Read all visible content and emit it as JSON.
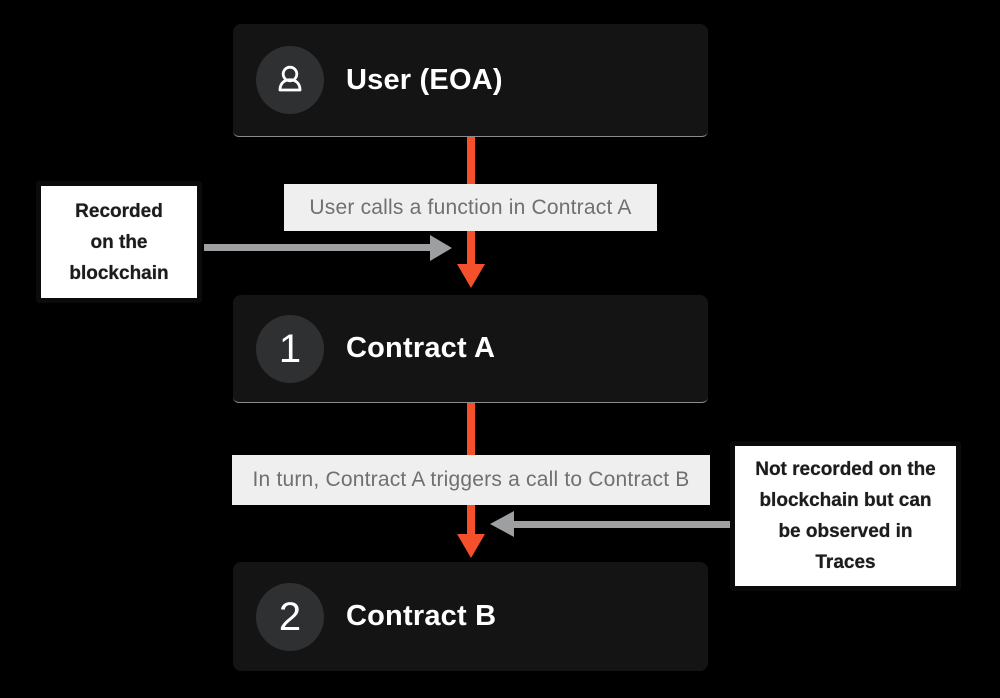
{
  "colors": {
    "background": "#000000",
    "node_bg": "#141414",
    "node_text": "#ffffff",
    "badge_circle_bg": "#2f3031",
    "arrow_orange": "#f4502b",
    "arrow_gray": "#9e9fa0",
    "edge_label_bg": "#efefef",
    "edge_label_text": "#6f7073",
    "annotation_bg": "#ffffff",
    "annotation_border": "#0b0b0b",
    "annotation_text": "#1c1c1c"
  },
  "nodes": {
    "user": {
      "label": "User (EOA)",
      "icon": "user-icon"
    },
    "contract_a": {
      "label": "Contract A",
      "number": "1"
    },
    "contract_b": {
      "label": "Contract B",
      "number": "2"
    }
  },
  "edge_labels": {
    "first": "User calls a function in Contract A",
    "second": "In turn, Contract A triggers a call to Contract B"
  },
  "annotations": {
    "left": {
      "text": "Recorded on the blockchain",
      "lines": [
        "Recorded",
        "on the",
        "blockchain"
      ]
    },
    "right": {
      "text": "Not recorded on the blockchain but can be observed in Traces",
      "lines": [
        "Not recorded on the",
        "blockchain but can",
        "be observed in",
        "Traces"
      ]
    }
  }
}
